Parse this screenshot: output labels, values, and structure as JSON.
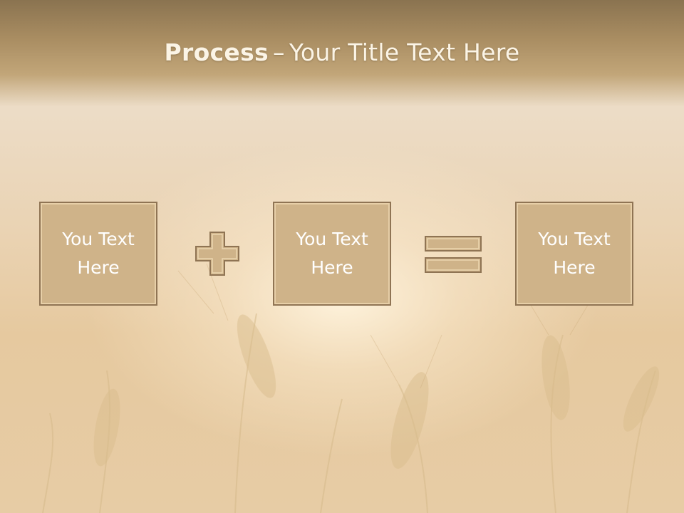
{
  "slide": {
    "title_bold": "Process",
    "title_separator": "–",
    "title_rest": "Your Title Text Here"
  },
  "boxes": [
    {
      "text": "You Text Here"
    },
    {
      "text": "You Text Here"
    },
    {
      "text": "You Text Here"
    }
  ],
  "operators": [
    "plus-icon",
    "equals-icon"
  ],
  "colors": {
    "header": "#a88c61",
    "box_fill": "#cfb389",
    "box_border": "#8f7454",
    "title_text": "#fbf4e6"
  }
}
